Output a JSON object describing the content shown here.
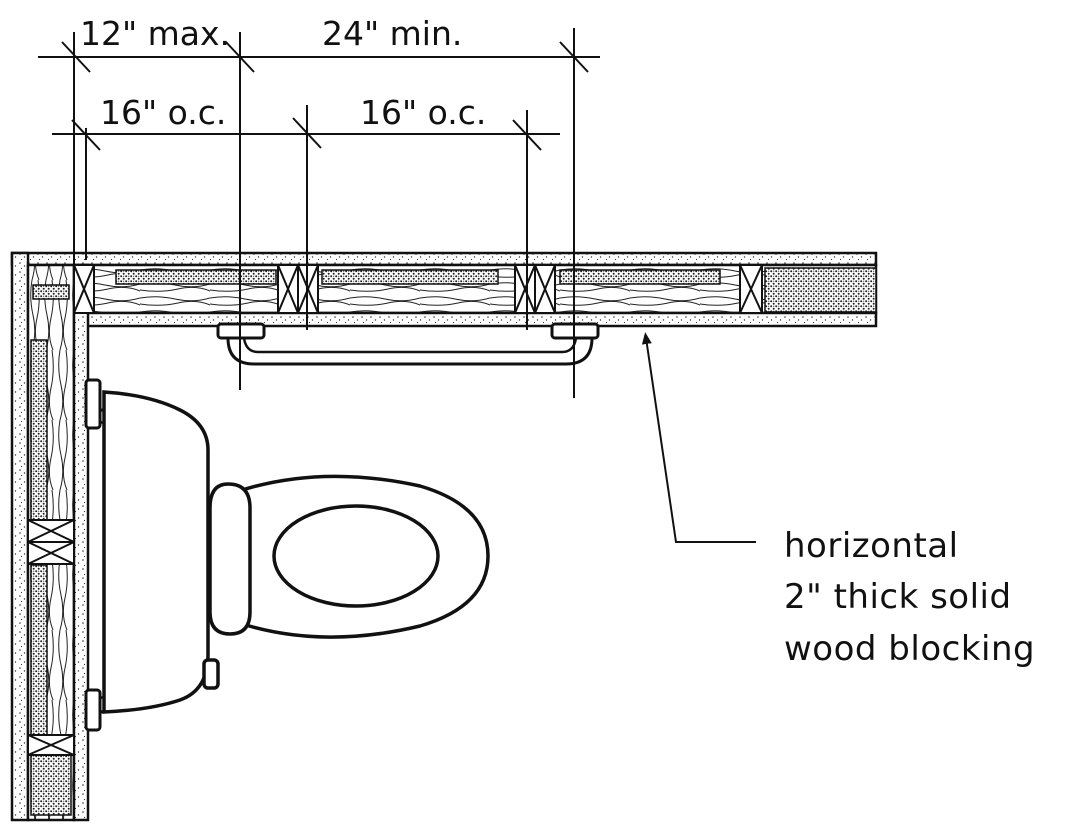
{
  "dimensions": {
    "top_left": "12\" max.",
    "top_right": "24\" min.",
    "mid_left": "16\" o.c.",
    "mid_right": "16\" o.c."
  },
  "note": {
    "line1": "horizontal",
    "line2": "2\" thick solid",
    "line3": "wood blocking"
  },
  "colors": {
    "ink": "#111111",
    "paper": "#ffffff"
  }
}
